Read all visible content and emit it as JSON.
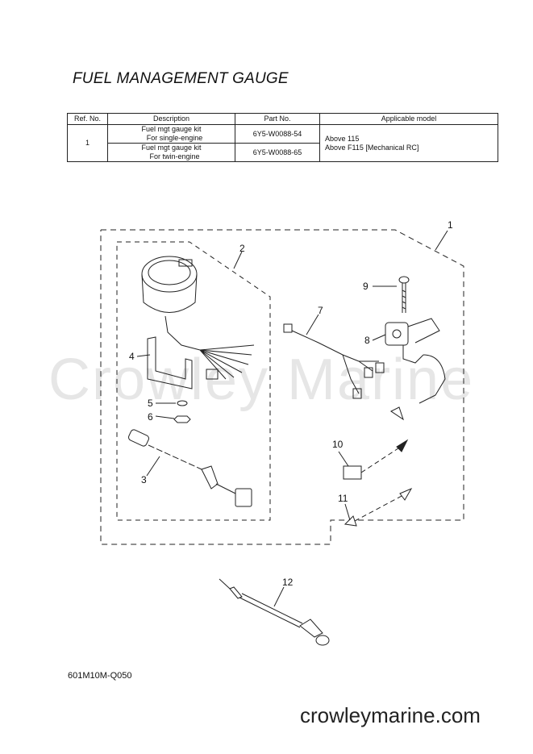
{
  "title": "FUEL MANAGEMENT GAUGE",
  "table": {
    "headers": [
      "Ref. No.",
      "Description",
      "Part No.",
      "Applicable model"
    ],
    "ref_no": "1",
    "rows": [
      {
        "desc_line1": "Fuel mgt gauge kit",
        "desc_line2": "For single-engine",
        "part_no": "6Y5-W0088-54"
      },
      {
        "desc_line1": "Fuel mgt gauge kit",
        "desc_line2": "For twin-engine",
        "part_no": "6Y5-W0088-65"
      }
    ],
    "models": [
      "Above 115",
      "Above F115 [Mechanical RC]"
    ]
  },
  "watermark": "Crowley Marine",
  "callouts": [
    "1",
    "2",
    "3",
    "4",
    "5",
    "6",
    "7",
    "8",
    "9",
    "10",
    "11",
    "12"
  ],
  "diagram_code": "601M10M-Q050",
  "footer_site": "crowleymarine.com"
}
